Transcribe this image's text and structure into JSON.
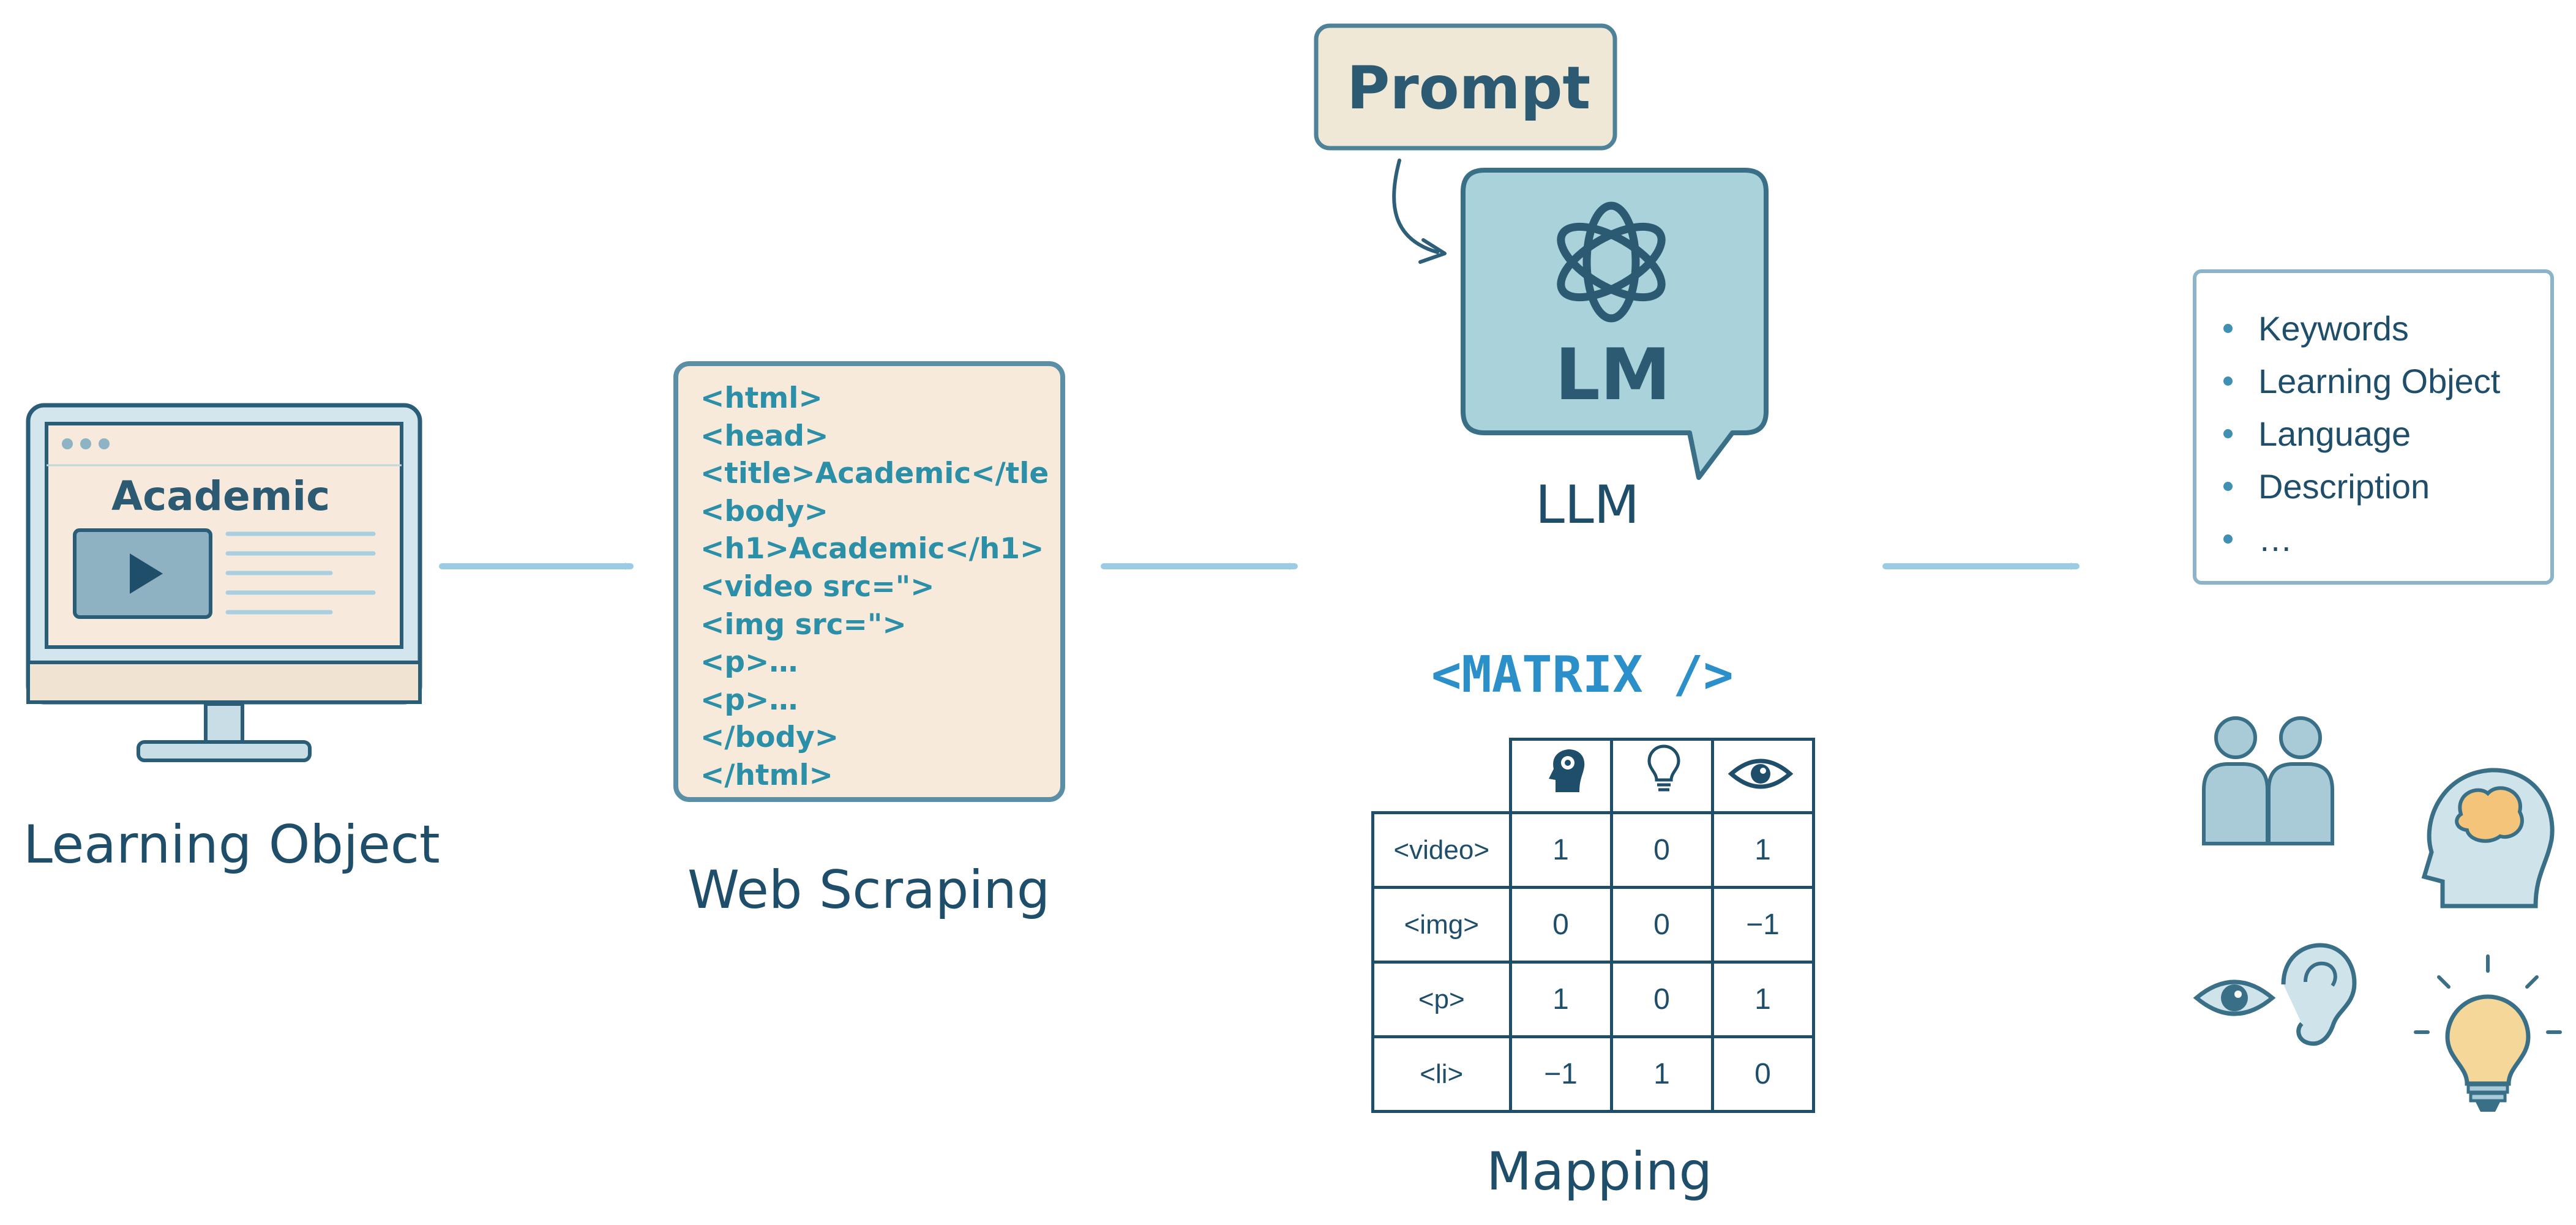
{
  "learning_object": {
    "screen_title": "Academic",
    "label": "Learning Object"
  },
  "web_scraping": {
    "code_lines": [
      "<html>",
      "<head>",
      "<title>Academic</tle",
      "<body>",
      "<h1>Academic</h1>",
      "<video src=\">",
      "<img src=\">",
      "<p>…",
      "<p>…",
      "</body>",
      "</html>"
    ],
    "label": "Web Scraping"
  },
  "llm": {
    "prompt_label": "Prompt",
    "bubble_text": "LM",
    "label": "LLM"
  },
  "mapping": {
    "title": "<MATRIX />",
    "header_icons": [
      "brain-head-icon",
      "lightbulb-icon",
      "eye-icon"
    ],
    "rows": [
      {
        "tag": "<video>",
        "values": [
          "1",
          "0",
          "1"
        ]
      },
      {
        "tag": "<img>",
        "values": [
          "0",
          "0",
          "−1"
        ]
      },
      {
        "tag": "<p>",
        "values": [
          "1",
          "0",
          "1"
        ]
      },
      {
        "tag": "<li>",
        "values": [
          "−1",
          "1",
          "0"
        ]
      }
    ],
    "label": "Mapping"
  },
  "output": {
    "items": [
      "Keywords",
      "Learning Object",
      "Language",
      "Description",
      "…"
    ],
    "icons": [
      "two-people-icon",
      "brain-head-icon",
      "eye-ear-icon",
      "lightbulb-icon"
    ]
  },
  "colors": {
    "dark_blue": "#1f4e6b",
    "teal": "#2b8fa8",
    "arrow_blue": "#9ccbe6",
    "code_bg": "#f8eadb",
    "llm_bubble": "#a9d2da",
    "prompt_bg": "#efe8d6",
    "matrix_title": "#2b8fc9"
  }
}
